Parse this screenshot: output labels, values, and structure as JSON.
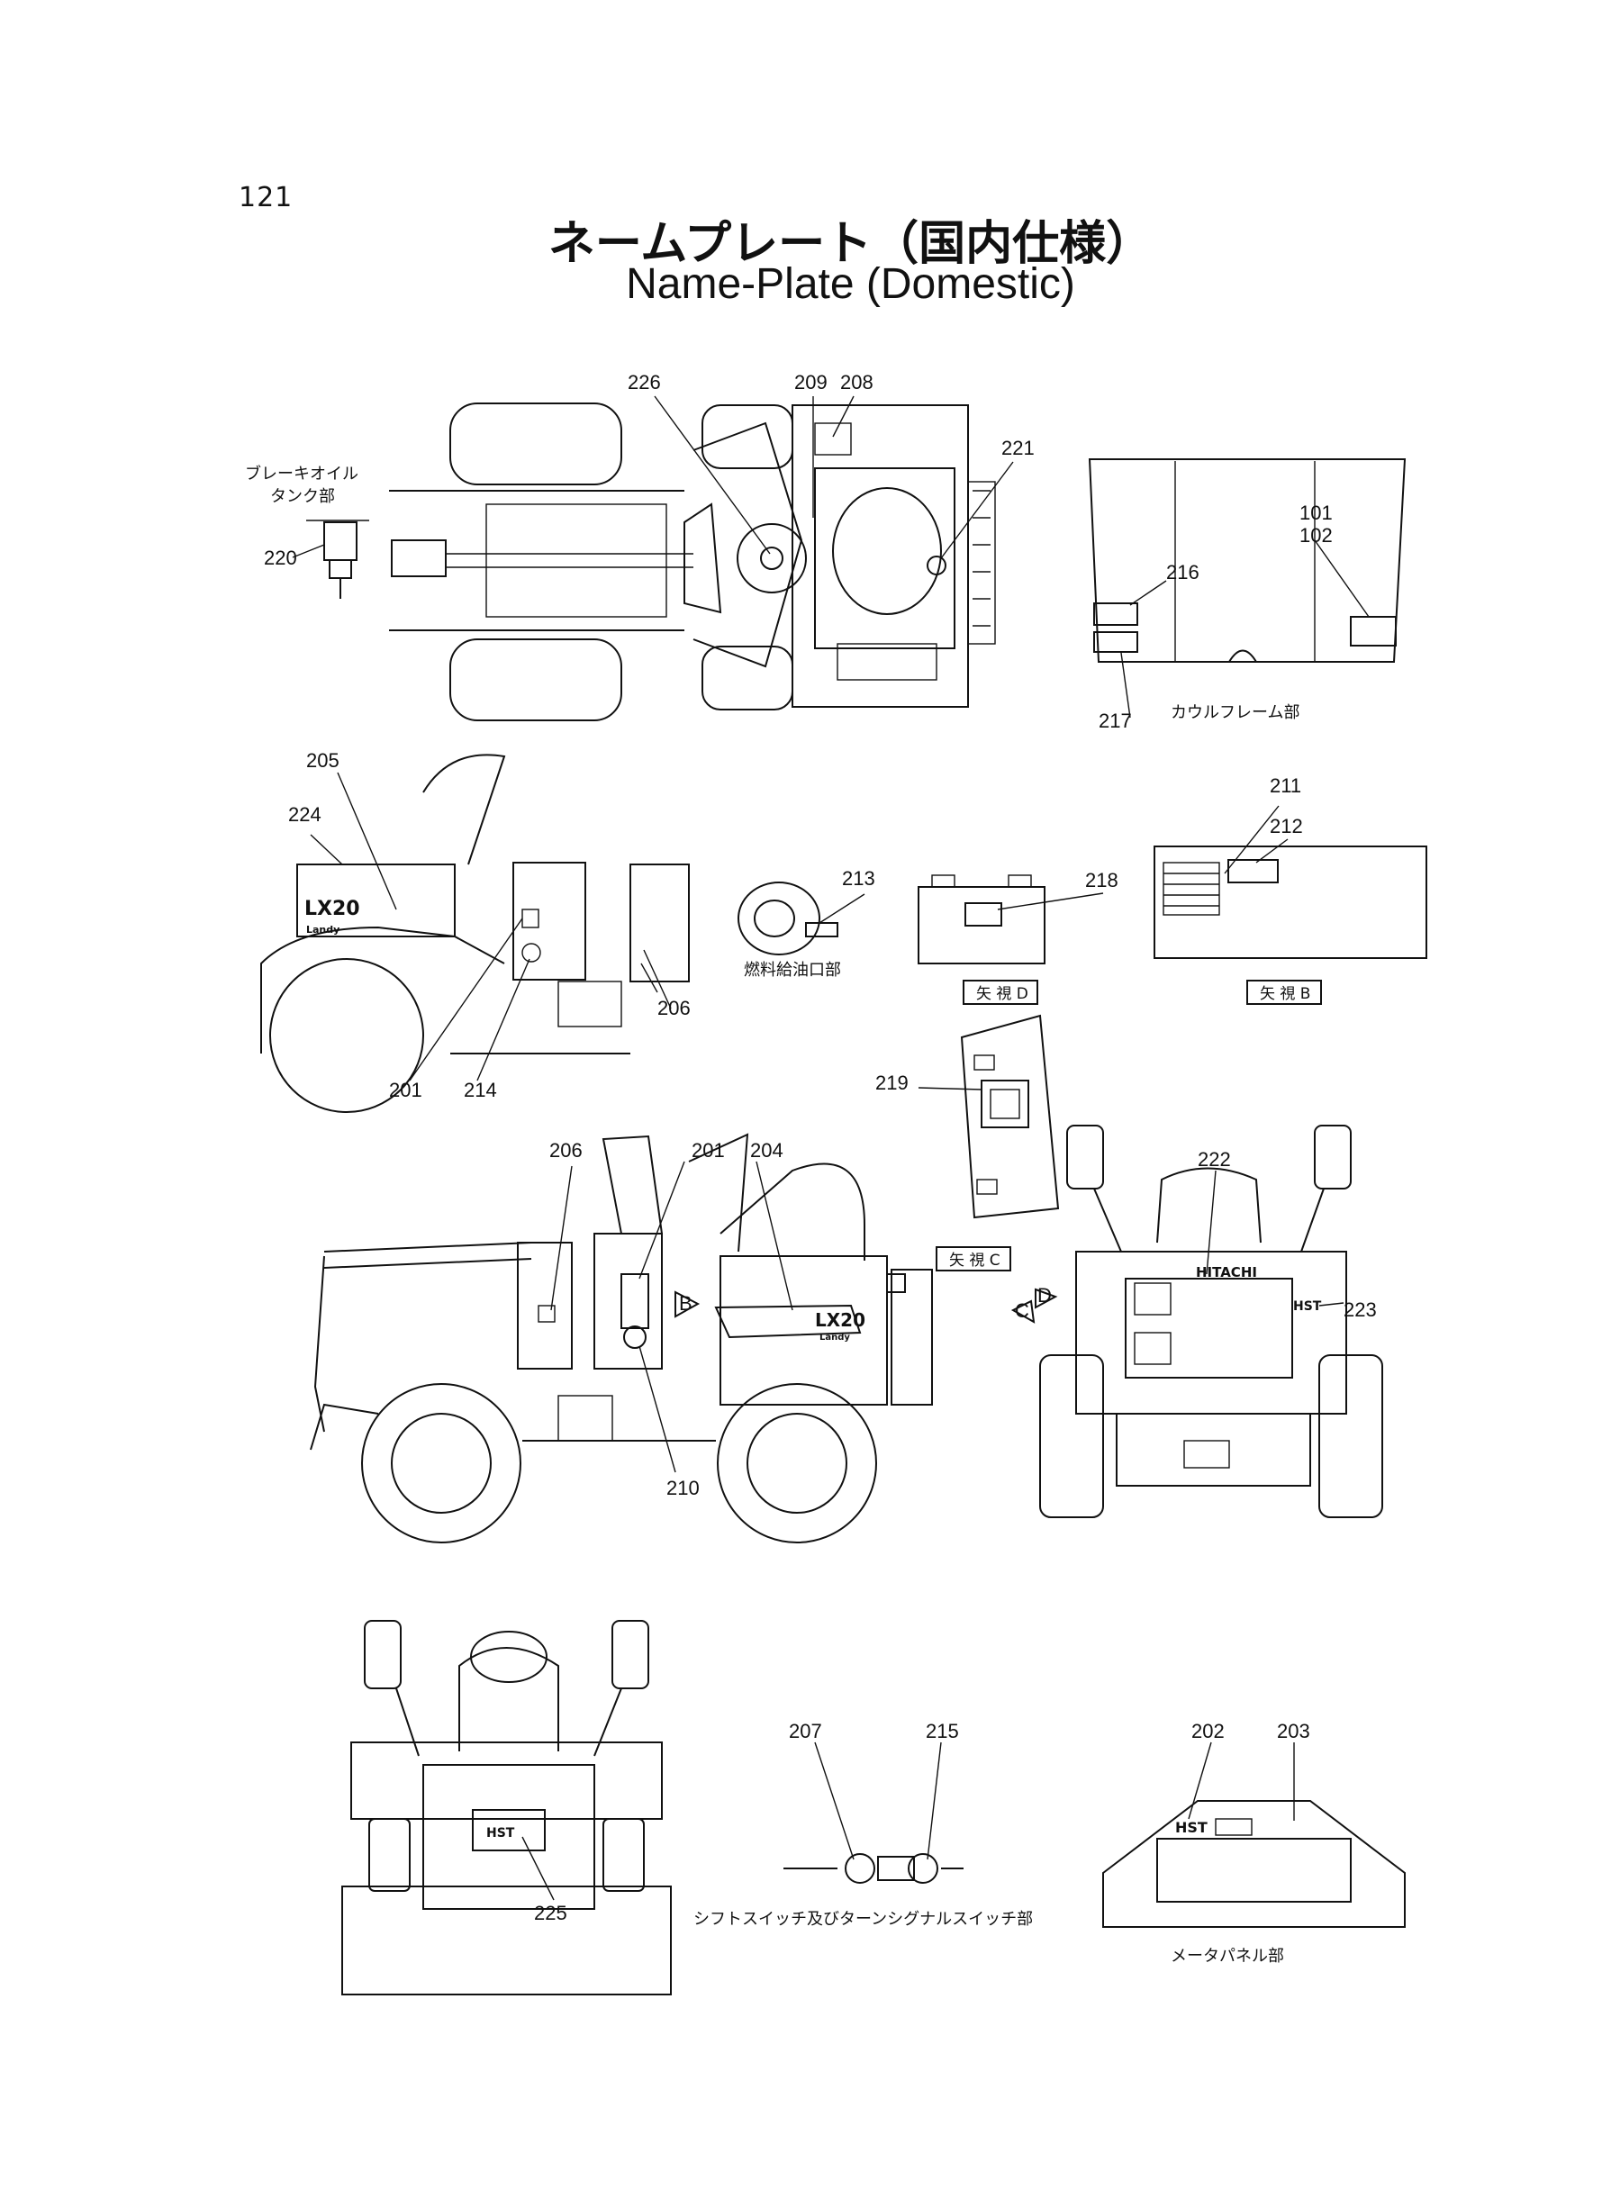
{
  "page_number": "121",
  "title_jp": "ネームプレート（国内仕様）",
  "title_en": "Name-Plate (Domestic)",
  "labels": {
    "brake_tank": [
      "ブレーキオイル",
      "タンク部"
    ],
    "cowl_frame": "カウルフレーム部",
    "fuel_port": "燃料給油口部",
    "view_d": "矢 視 D",
    "view_b": "矢 視 B",
    "view_c": "矢 視 C",
    "shift_switch": "シフトスイッチ及びターンシグナルスイッチ部",
    "meter_panel": "メータパネル部"
  },
  "markings": {
    "model": "LX20",
    "sub_model": "Landy",
    "maker": "HITACHI",
    "hst": "HST",
    "arrow_b": "B",
    "arrow_c": "C",
    "arrow_d": "D"
  },
  "callouts": {
    "c101": "101",
    "c102": "102",
    "c201a": "201",
    "c201b": "201",
    "c202": "202",
    "c203": "203",
    "c204": "204",
    "c205": "205",
    "c206a": "206",
    "c206b": "206",
    "c207": "207",
    "c208": "208",
    "c209": "209",
    "c210": "210",
    "c211": "211",
    "c212": "212",
    "c213": "213",
    "c214": "214",
    "c215": "215",
    "c216": "216",
    "c217": "217",
    "c218": "218",
    "c219": "219",
    "c220": "220",
    "c221": "221",
    "c222": "222",
    "c223": "223",
    "c224": "224",
    "c225": "225",
    "c226": "226"
  }
}
